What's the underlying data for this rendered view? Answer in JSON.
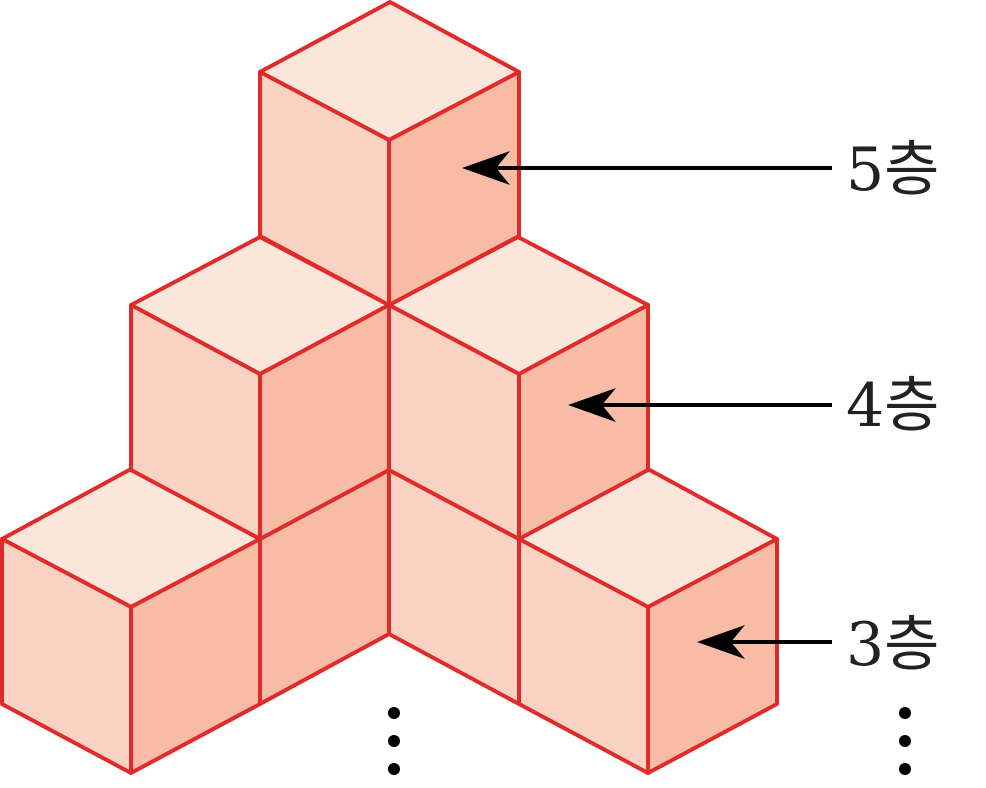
{
  "colors": {
    "edge": "#e02b2b",
    "top": "#fbe6dc",
    "left": "#f9d2c3",
    "right": "#f7bba6",
    "arrow": "#000000",
    "text": "#222222"
  },
  "layers": [
    {
      "label": "5층"
    },
    {
      "label": "4층"
    },
    {
      "label": "3층"
    }
  ],
  "continuation": "⋮"
}
